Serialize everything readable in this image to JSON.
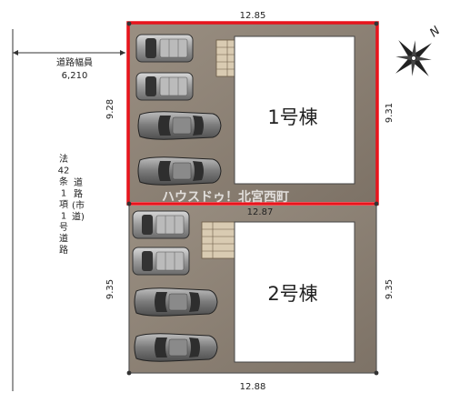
{
  "road": {
    "width_title": "道路幅員",
    "width_value": "6,210",
    "vertical_label_chars": [
      "法",
      "42",
      "条",
      "1",
      "項",
      "1",
      "号",
      "道",
      "路"
    ],
    "vertical_label2_chars": [
      "道",
      "路",
      "(市",
      "道)"
    ]
  },
  "lot1": {
    "top": "12.85",
    "left": "9.28",
    "right": "9.31",
    "bottom": "12.87",
    "building": "1号棟",
    "highlight_color": "#e8141c"
  },
  "lot2": {
    "left": "9.35",
    "right": "9.35",
    "bottom": "12.88",
    "building": "2号棟"
  },
  "compass": {
    "label": "N"
  },
  "watermark": "ハウスドゥ！北宮西町",
  "colors": {
    "paving": "#8a7f72",
    "building": "#ffffff",
    "highlight": "#e8141c"
  }
}
